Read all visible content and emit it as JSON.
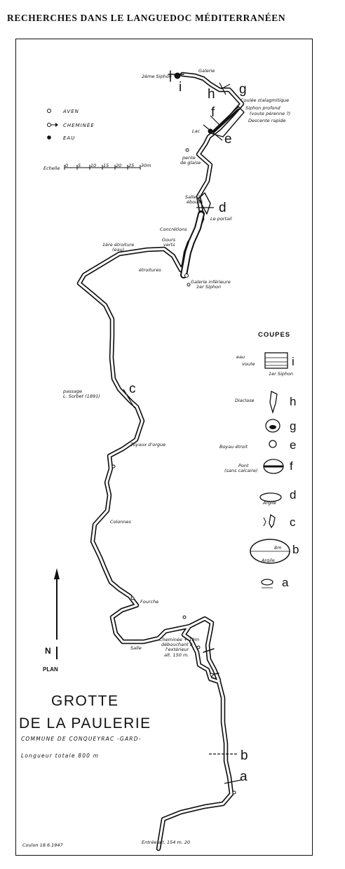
{
  "header": "RECHERCHES DANS LE LANGUEDOC MÉDITERRANÉEN",
  "title_line1": "GROTTE",
  "title_line2": "DE LA PAULERIE",
  "subtitle": "COMMUNE DE CONQUEYRAC -GARD-",
  "length": "Longueur totale 800 m",
  "credit": "Coulon 18.6.1947",
  "entrance": "Entrée alt. 154 m. 20",
  "legend": {
    "aven": "AVEN",
    "cheminee": "CHEMINÉE",
    "eau": "EAU",
    "scale": "Echelle"
  },
  "scale_ticks": [
    "0",
    "5",
    "10",
    "15",
    "20",
    "25",
    "30m"
  ],
  "north": {
    "n": "N",
    "plan": "PLAN"
  },
  "coupes": {
    "heading": "COUPES",
    "eau": "eau",
    "voute": "voute",
    "siphon": "1er Siphon",
    "diaclase": "Diaclase",
    "boyau": "Boyau étroit",
    "pont": "Pont",
    "pont2": "(sans calcaire)",
    "argile": "Argile",
    "dim": "8m"
  },
  "letters": [
    "a",
    "b",
    "c",
    "d",
    "e",
    "f",
    "g",
    "h",
    "i"
  ],
  "labels": {
    "siphon2": "2ème Siphon",
    "galerie": "Galerie",
    "coulee": "Coulée stalagmitique",
    "siphon_profond": "Siphon profond",
    "siphon_profond2": "(voute pérenne ?)",
    "descente": "Descente rapide",
    "lac": "Lac",
    "pente": "pente",
    "pente2": "de glaise",
    "salle_eboulis": "Salle à",
    "salle_eboulis2": "éboulis",
    "portail": "Le portail",
    "concretions": "Concrétions",
    "gours": "Gours",
    "gours2": "verts",
    "etroiture1": "1ère étroiture",
    "etroiture1b": "(eau)",
    "etroitures": "étroitures",
    "galerie_inf": "Galerie inférieure",
    "siphon1": "1er Siphon",
    "passage": "passage",
    "passage2": "L. Sorbet (1891)",
    "tuyaux": "Tuyaux d'orgue",
    "colonnes": "Colonnes",
    "fourche": "Fourche",
    "salle": "Salle",
    "cheminee_note": "Cheminée + 19m",
    "cheminee_note2": "débouchant à",
    "cheminee_note3": "l'extérieur",
    "cheminee_note4": "alt. 150 m."
  }
}
